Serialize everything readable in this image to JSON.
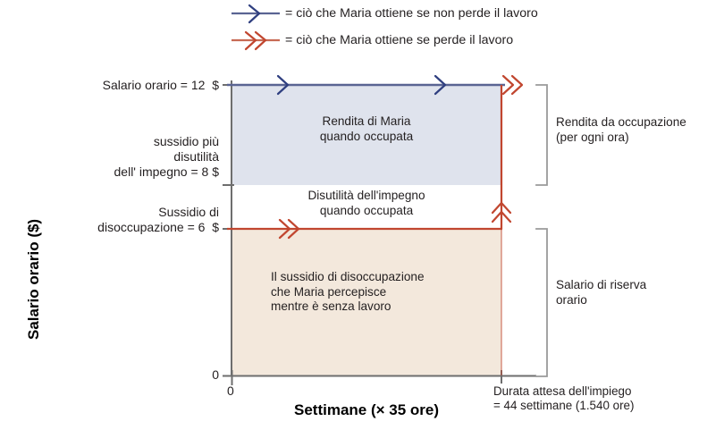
{
  "legend": {
    "items": [
      {
        "icon": "single-chevron-right-arrow-icon",
        "color": "#4a5596",
        "label": "= ciò che Maria ottiene se non perde il lavoro"
      },
      {
        "icon": "double-chevron-right-arrow-icon",
        "color": "#c1462f",
        "label": "= ciò che Maria ottiene se perde il lavoro"
      }
    ]
  },
  "axes": {
    "y_title": "Salario orario ($)",
    "x_title": "Settimane (× 35 ore)",
    "origin_label": "0",
    "y_ticks": [
      {
        "value": 12,
        "label": "Salario orario = 12  $"
      },
      {
        "value": 8,
        "label": "sussidio più\ndisutilità\ndell' impegno = 8 $"
      },
      {
        "value": 6,
        "label": "Sussidio di\ndisoccupazione = 6  $"
      },
      {
        "value": 0,
        "label": "0"
      }
    ],
    "x_end_label": "Durata attesa dell'impiego\n= 44 settimane (1.540 ore)"
  },
  "regions": [
    {
      "name": "rendita-di-maria",
      "label": "Rendita di Maria\nquando occupata",
      "fill": "#dfe3ed",
      "y_from": 8,
      "y_to": 12
    },
    {
      "name": "disutilita-impegno",
      "label": "Disutilità dell'impegno\nquando occupata",
      "fill": "#ffffff",
      "y_from": 6,
      "y_to": 8
    },
    {
      "name": "sussidio-disoccupazione",
      "label": "Il sussidio di disoccupazione\nche Maria percepisce\nmentre è senza lavoro",
      "fill": "#f3e8dc",
      "y_from": 0,
      "y_to": 6
    }
  ],
  "brackets": [
    {
      "name": "rendita-da-occupazione",
      "label": "Rendita da occupazione\n(per ogni ora)",
      "y_from": 8,
      "y_to": 12
    },
    {
      "name": "salario-di-riserva",
      "label": "Salario di riserva\norario",
      "y_from": 0,
      "y_to": 6
    }
  ],
  "chart_data": {
    "type": "area",
    "title": "",
    "xlabel": "Settimane (× 35 ore)",
    "ylabel": "Salario orario ($)",
    "xlim": [
      0,
      44
    ],
    "ylim": [
      0,
      12
    ],
    "grid": false,
    "legend_position": "top",
    "x_tick_values": [
      0,
      44
    ],
    "x_tick_labels": [
      "0",
      "Durata attesa dell'impiego = 44 settimane (1.540 ore)"
    ],
    "y_tick_values": [
      0,
      6,
      8,
      12
    ],
    "y_tick_labels": [
      "0",
      "Sussidio di disoccupazione = 6  $",
      "sussidio più disutilità dell' impegno = 8 $",
      "Salario orario = 12  $"
    ],
    "series": [
      {
        "name": "ciò che Maria ottiene se non perde il lavoro",
        "color": "#4a5596",
        "type": "horizontal-line-with-arrows",
        "y": 12,
        "x_from": 0,
        "x_to": 44,
        "arrow_style": "single-chevron",
        "arrow_positions_x": [
          7,
          29
        ]
      },
      {
        "name": "ciò che Maria ottiene se perde il lavoro",
        "color": "#c1462f",
        "type": "path-with-arrows",
        "points": [
          [
            0,
            6
          ],
          [
            44,
            6
          ],
          [
            44,
            12
          ]
        ],
        "arrow_style": "double-chevron",
        "arrow_markers": [
          {
            "x": 7,
            "y": 6,
            "direction": "right"
          },
          {
            "x": 44,
            "y": 7,
            "direction": "up"
          },
          {
            "x": 44,
            "y": 12,
            "direction": "right"
          }
        ]
      }
    ],
    "shaded_regions": [
      {
        "label": "Rendita di Maria quando occupata",
        "y_from": 8,
        "y_to": 12,
        "x_from": 0,
        "x_to": 44,
        "fill": "#dfe3ed"
      },
      {
        "label": "Disutilità dell'impegno quando occupata",
        "y_from": 6,
        "y_to": 8,
        "x_from": 0,
        "x_to": 44,
        "fill": "#ffffff"
      },
      {
        "label": "Il sussidio di disoccupazione che Maria percepisce mentre è senza lavoro",
        "y_from": 0,
        "y_to": 6,
        "x_from": 0,
        "x_to": 44,
        "fill": "#f3e8dc"
      }
    ],
    "annotations": [
      {
        "text": "Rendita da occupazione (per ogni ora)",
        "y_from": 8,
        "y_to": 12,
        "side": "right"
      },
      {
        "text": "Salario di riserva orario",
        "y_from": 0,
        "y_to": 6,
        "side": "right"
      }
    ]
  },
  "colors": {
    "blue": "#4a5596",
    "red": "#c1462f",
    "axis": "#6e6e6e",
    "bracket": "#9a9a9a",
    "region_blue": "#dfe3ed",
    "region_peach": "#f3e8dc",
    "text": "#231f20"
  }
}
